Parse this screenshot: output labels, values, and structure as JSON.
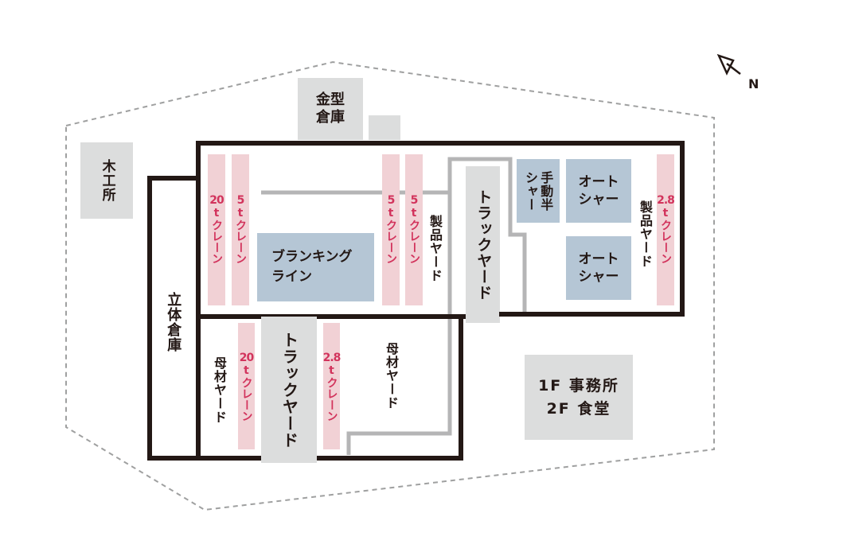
{
  "colors": {
    "outline": "#231815",
    "path": "#b5b5b6",
    "crane": "#f1d1d5",
    "crane_text": "#d2335c",
    "machine": "#b5c6d5",
    "yard": "#dcdddd"
  },
  "compass": {
    "icon": "north-arrow-icon",
    "label": "N"
  },
  "buildings": {
    "mold_warehouse": "金型倉庫",
    "woodshop": "木工所",
    "automated_warehouse": "立体倉庫",
    "office_line1": "1F 事務所",
    "office_line2": "2F 食堂"
  },
  "cranes": [
    {
      "capacity": "20",
      "unit": "t",
      "label": "クレーン"
    },
    {
      "capacity": "5",
      "unit": "t",
      "label": "クレーン"
    },
    {
      "capacity": "5",
      "unit": "t",
      "label": "クレーン"
    },
    {
      "capacity": "5",
      "unit": "t",
      "label": "クレーン"
    },
    {
      "capacity": "2.8",
      "unit": "t",
      "label": "クレーン"
    },
    {
      "capacity": "20",
      "unit": "t",
      "label": "クレーン"
    },
    {
      "capacity": "2.8",
      "unit": "t",
      "label": "クレーン"
    }
  ],
  "areas": {
    "blanking_line_1": "ブランキング",
    "blanking_line_2": "ライン",
    "product_yard": "製品ヤード",
    "truck_yard": "トラックヤード",
    "manual_shear_1": "手動半",
    "manual_shear_2": "シャー",
    "auto_shear_1": "オート",
    "auto_shear_2": "シャー",
    "material_yard": "母材ヤード"
  }
}
